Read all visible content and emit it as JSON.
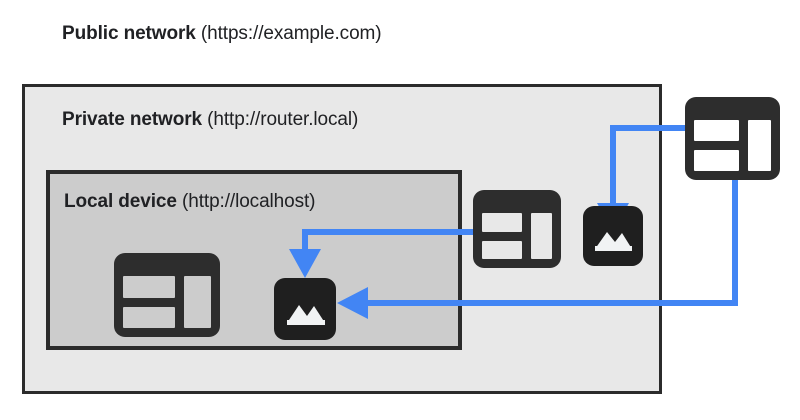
{
  "diagram": {
    "title_zone": {
      "name": "public-network",
      "label_strong": "Public network",
      "label_plain": " (https://example.com)",
      "url": "https://example.com",
      "background": "#ffffff"
    },
    "zones": [
      {
        "id": "public",
        "label_strong": "Public network",
        "label_plain": " (https://example.com)",
        "url": "https://example.com",
        "background": "#e8e8e8",
        "border_color": "#2b2b2b"
      },
      {
        "id": "private",
        "label_strong": "Private network",
        "label_plain": " (http://router.local)",
        "url": "http://router.local",
        "background": "#e8e8e8",
        "border_color": "#2b2b2b"
      },
      {
        "id": "local",
        "label_strong": "Local device",
        "label_plain": " (http://localhost)",
        "url": "http://localhost",
        "background": "#cccccc",
        "border_color": "#2b2b2b"
      }
    ],
    "nodes": [
      {
        "id": "local-page",
        "icon": "page-icon",
        "zone": "local",
        "fill": "#2d2d2d",
        "pane_color": "#cccccc"
      },
      {
        "id": "local-image",
        "icon": "image-icon",
        "zone": "local",
        "fill": "#1f1f1f",
        "glyph_color": "#f1f3f4"
      },
      {
        "id": "private-page",
        "icon": "page-icon",
        "zone": "private",
        "fill": "#2d2d2d",
        "pane_color": "#e8e8e8"
      },
      {
        "id": "private-image",
        "icon": "image-icon",
        "zone": "private",
        "fill": "#1f1f1f",
        "glyph_color": "#f1f3f4"
      },
      {
        "id": "public-page",
        "icon": "page-icon",
        "zone": "public-outside",
        "fill": "#2d2d2d",
        "pane_color": "#ffffff"
      }
    ],
    "connectors": [
      {
        "id": "public-page-to-private-image",
        "from": "public-page",
        "to": "private-image",
        "color": "#4285f4",
        "stroke_width": 6,
        "arrowhead": "down"
      },
      {
        "id": "private-page-to-local-image",
        "from": "private-page",
        "to": "local-image",
        "color": "#4285f4",
        "stroke_width": 6,
        "arrowhead": "down"
      },
      {
        "id": "public-page-to-local-image",
        "from": "public-page",
        "to": "local-image",
        "color": "#4285f4",
        "stroke_width": 6,
        "arrowhead": "left"
      }
    ],
    "colors": {
      "accent_blue": "#4285f4",
      "ink": "#2b2b2b",
      "icon_dark": "#2d2d2d",
      "zone_outer_bg": "#e8e8e8",
      "zone_inner_bg": "#cccccc",
      "page_bg": "#ffffff"
    }
  }
}
